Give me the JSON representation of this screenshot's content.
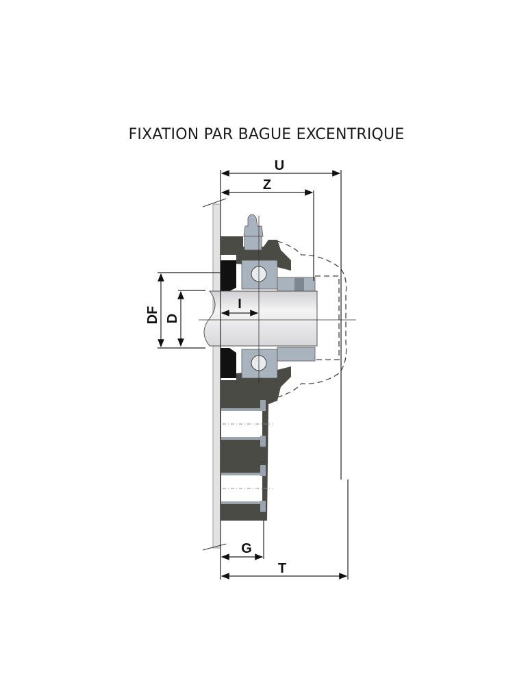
{
  "title": "FIXATION PAR BAGUE EXCENTRIQUE",
  "dimensions": {
    "U": "U",
    "Z": "Z",
    "DF": "DF",
    "D": "D",
    "I": "I",
    "G": "G",
    "T": "T"
  },
  "colors": {
    "housing": "#4b4b45",
    "bearing": "#a9b3bd",
    "shaft": "#e6e6e8",
    "plate": "#dcdcdc"
  }
}
